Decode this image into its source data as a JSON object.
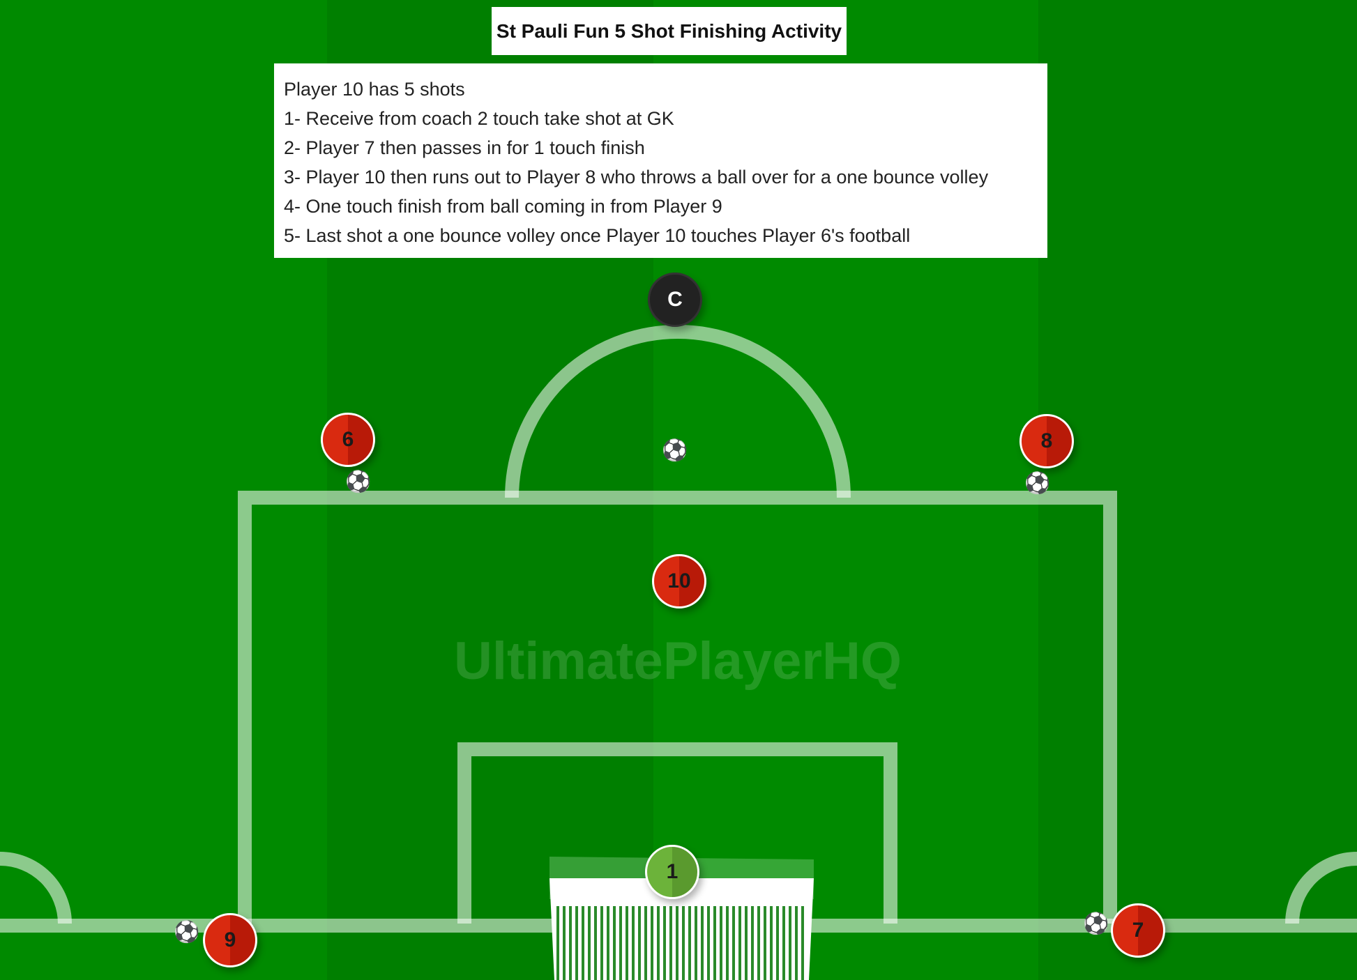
{
  "title": "St Pauli Fun 5 Shot Finishing Activity",
  "instructions": [
    "Player 10 has 5 shots",
    "1- Receive from coach 2 touch take shot at GK",
    "2- Player 7 then passes in for 1 touch finish",
    "3- Player 10 then runs out to Player 8 who throws a ball over for a one bounce volley",
    "4- One touch finish from ball coming in from Player 9",
    "5- Last shot a one bounce volley once Player 10 touches Player 6's football"
  ],
  "watermark": "UltimatePlayerHQ",
  "tokens": {
    "coach": "C",
    "p6": "6",
    "p8": "8",
    "p10": "10",
    "p1": "1",
    "p9": "9",
    "p7": "7"
  },
  "ball_icon": "⚽",
  "colors": {
    "pitch": "#008a00",
    "player": "#d92a10",
    "goalkeeper": "#6cb33a",
    "coach": "#222222"
  }
}
